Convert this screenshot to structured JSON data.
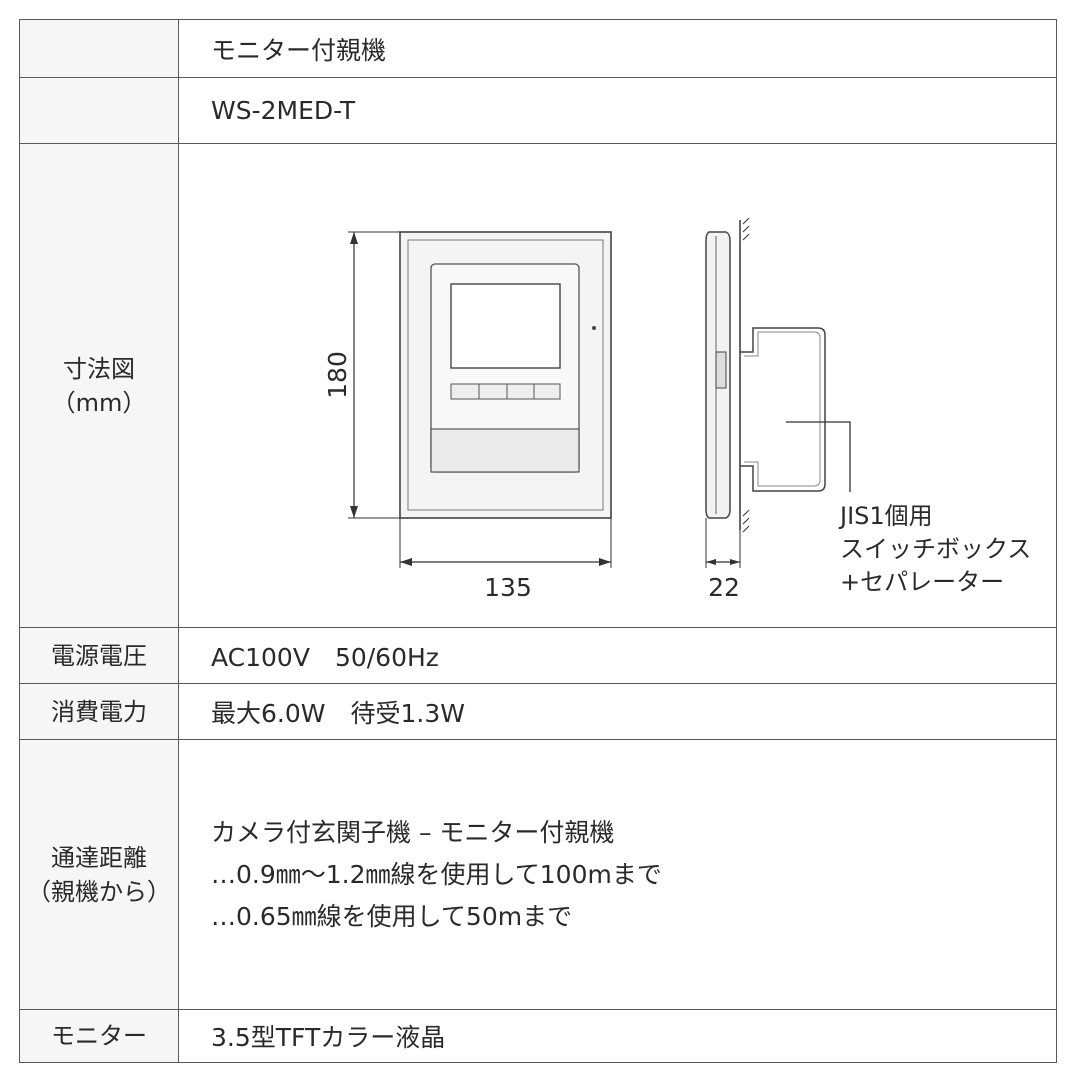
{
  "rows": {
    "product_type": {
      "label": "",
      "value": "モニター付親機"
    },
    "model": {
      "label": "",
      "value": "WS-2MED-T"
    },
    "dimensions": {
      "label_line1": "寸法図",
      "label_line2": "（mm）",
      "height_value": "180",
      "width_value": "135",
      "depth_value": "22",
      "box_note_line1": "JIS1個用",
      "box_note_line2": "スイッチボックス",
      "box_note_line3": "+セパレーター"
    },
    "power_voltage": {
      "label": "電源電圧",
      "value": "AC100V　50/60Hz"
    },
    "power_consumption": {
      "label": "消費電力",
      "value": "最大6.0W　待受1.3W"
    },
    "distance": {
      "label_line1": "通達距離",
      "label_line2": "（親機から）",
      "lines": [
        "カメラ付玄関子機 – モニター付親機",
        "…0.9㎜～1.2㎜線を使用して100mまで",
        "…0.65㎜線を使用して50mまで"
      ]
    },
    "monitor": {
      "label": "モニター",
      "value": "3.5型TFTカラー液晶"
    }
  }
}
